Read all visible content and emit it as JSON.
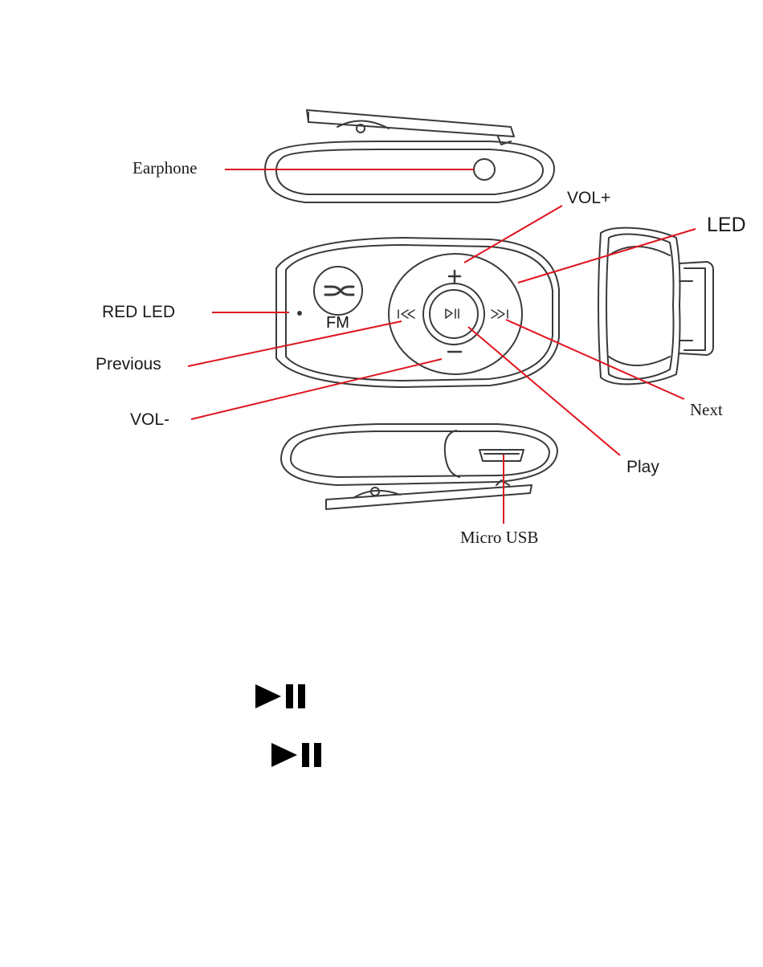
{
  "labels": {
    "earphone": "Earphone",
    "vol_plus": "VOL+",
    "led": "LED",
    "red_led": "RED LED",
    "fm": "FM",
    "previous": "Previous",
    "vol_minus": "VOL-",
    "next": "Next",
    "play": "Play",
    "micro_usb": "Micro USB"
  },
  "icons": {
    "play_pause_1": "play-pause-icon",
    "play_pause_2": "play-pause-icon"
  },
  "colors": {
    "callout_line": "#e0141e",
    "outline": "#3a3a3a",
    "icon": "#000000"
  }
}
